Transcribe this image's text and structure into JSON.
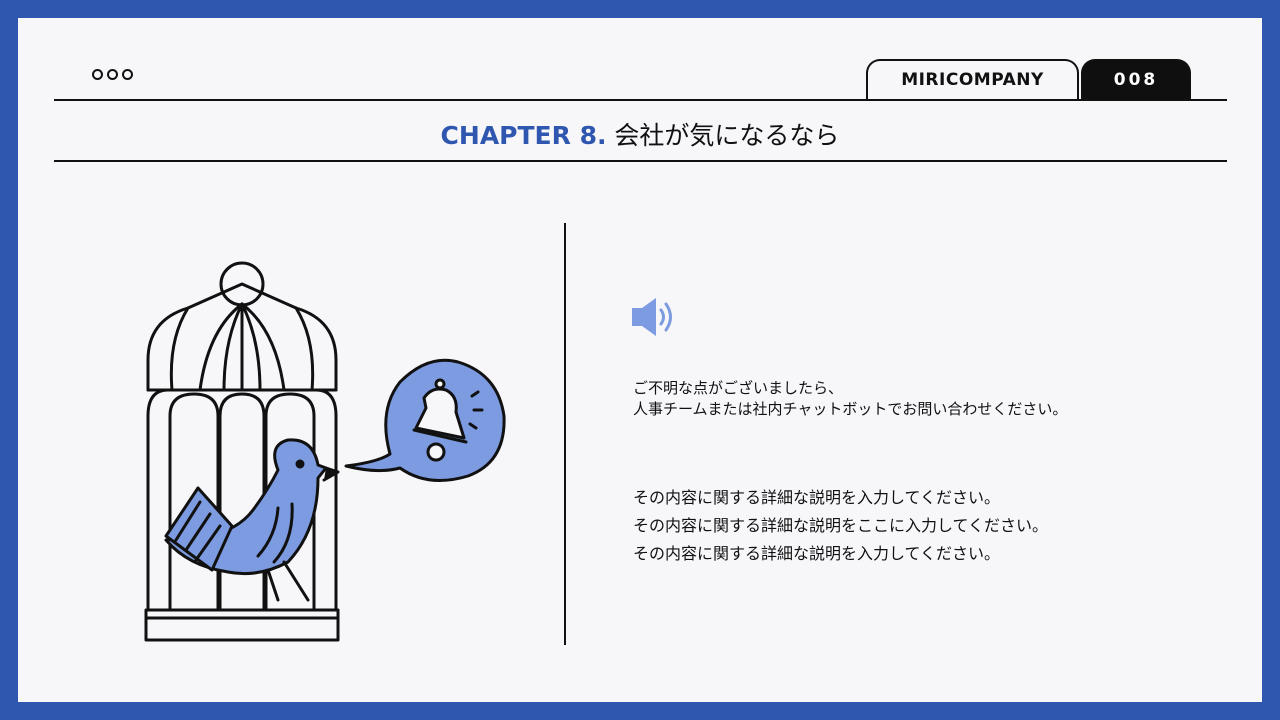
{
  "header": {
    "company": "MIRICOMPANY",
    "page_number": "008"
  },
  "title": {
    "chapter": "CHAPTER 8.",
    "text": "会社が気になるなら"
  },
  "contact": {
    "line1": "ご不明な点がございましたら、",
    "line2": "人事チームまたは社内チャットボットでお問い合わせください。"
  },
  "details": [
    "その内容に関する詳細な説明を入力してください。",
    "その内容に関する詳細な説明をここに入力してください。",
    "その内容に関する詳細な説明を入力してください。"
  ],
  "colors": {
    "frame": "#2f57b0",
    "accent_blue": "#7d9be0",
    "ink": "#111111"
  },
  "icons": [
    "window-dots-icon",
    "birdcage-bird-illustration",
    "bell-speech-bubble-icon",
    "speaker-icon"
  ]
}
